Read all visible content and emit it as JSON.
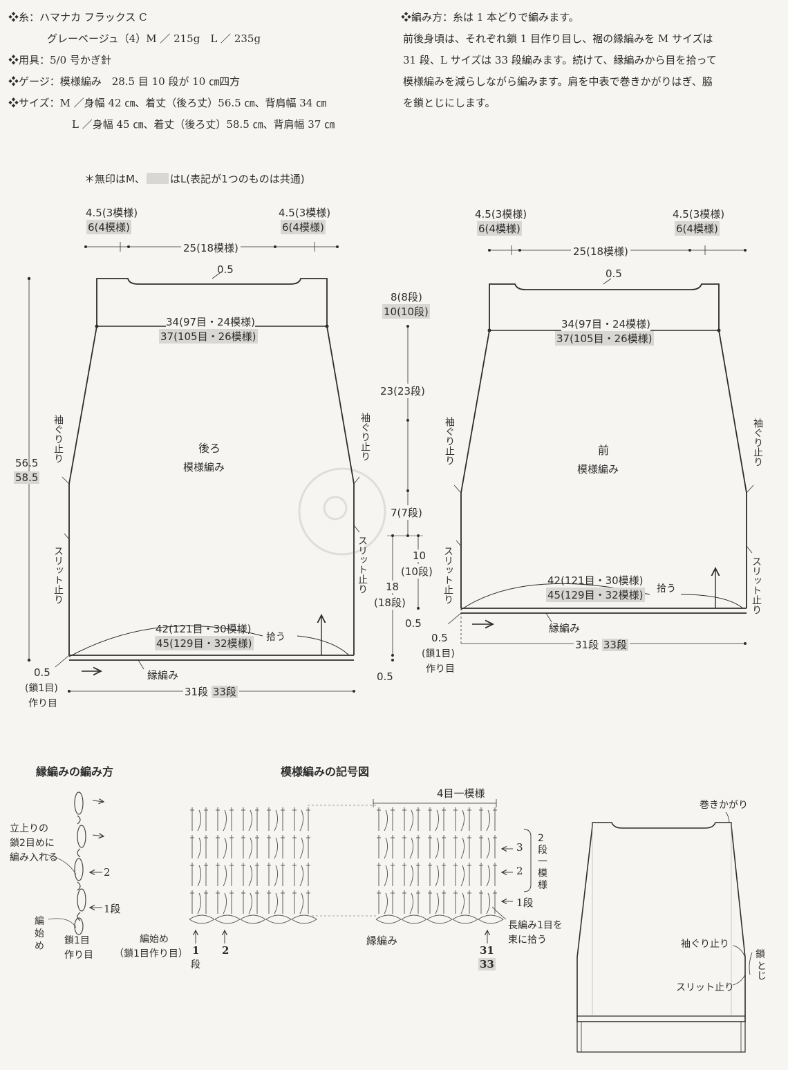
{
  "materials": {
    "yarn_label": "❖糸：ハマナカ フラックス C",
    "yarn_color": "グレーベージュ（4）M ／ 215g　L ／ 235g",
    "tools": "❖用具：5/0 号かぎ針",
    "gauge": "❖ゲージ：模様編み　28.5 目 10 段が 10 ㎝四方",
    "size_m": "❖サイズ：M ／身幅 42 ㎝、着丈（後ろ丈）56.5 ㎝、背肩幅 34 ㎝",
    "size_l": "L ／身幅 45 ㎝、着丈（後ろ丈）58.5 ㎝、背肩幅 37 ㎝"
  },
  "instructions": {
    "line1": "❖編み方：糸は 1 本どりで編みます。",
    "line2": "前後身頃は、それぞれ鎖 1 目作り目し、裾の縁編みを M サイズは",
    "line3": "31 段、L サイズは 33 段編みます。続けて、縁編みから目を拾って",
    "line4": "模様編みを減らしながら編みます。肩を中表で巻きかがりはぎ、脇",
    "line5": "を鎖とじにします。"
  },
  "note": {
    "prefix": "＊無印はM、",
    "suffix": "はL(表記が1つのものは共通)"
  },
  "back": {
    "title": "後ろ",
    "pattern": "模様編み",
    "shoulder_m": "4.5(3模様)",
    "shoulder_l": "6(4模様)",
    "neck": "25(18模様)",
    "neck_depth": "0.5",
    "width_top_m": "34(97目・24模様)",
    "width_top_l": "37(105目・26模様)",
    "armhole": "袖ぐり止り",
    "slit": "スリット止り",
    "height_m": "56.5",
    "height_l": "58.5",
    "width_bottom_m": "42(121目・30模様)",
    "width_bottom_l": "45(129目・32模様)",
    "pickup": "拾う",
    "border": "縁編み",
    "cast_on_1": "0.5",
    "cast_on_2": "(鎖1目)",
    "cast_on_3": "作り目",
    "rows_m": "31段",
    "rows_l": "33段"
  },
  "middle": {
    "d1_m": "8(8段)",
    "d1_l": "10(10段)",
    "d2": "23(23段)",
    "d3": "7(7段)",
    "d4a": "10",
    "d4b": "(10段)",
    "d5a": "18",
    "d5b": "(18段)",
    "d6": "0.5",
    "d7": "0.5"
  },
  "front": {
    "title": "前",
    "pattern": "模様編み",
    "shoulder_m": "4.5(3模様)",
    "shoulder_l": "6(4模様)",
    "neck": "25(18模様)",
    "neck_depth": "0.5",
    "width_top_m": "34(97目・24模様)",
    "width_top_l": "37(105目・26模様)",
    "armhole": "袖ぐり止り",
    "slit": "スリット止り",
    "width_bottom_m": "42(121目・30模様)",
    "width_bottom_l": "45(129目・32模様)",
    "pickup": "拾う",
    "border": "縁編み",
    "cast_on_1": "0.5",
    "cast_on_2": "(鎖1目)",
    "cast_on_3": "作り目",
    "rows_m": "31段",
    "rows_l": "33段"
  },
  "border_chart": {
    "title": "縁編みの編み方",
    "note_1": "立上りの",
    "note_2": "鎖2目めに",
    "note_3": "編み入れる",
    "row_2": "2",
    "row_1": "1段",
    "start_1": "編",
    "start_2": "始",
    "start_3": "め",
    "chain_1": "鎖1目",
    "chain_2": "作り目"
  },
  "pattern_chart": {
    "title": "模様編みの記号図",
    "repeat": "4目一模様",
    "row_3": "3",
    "row_2": "2",
    "row_1": "1段",
    "bracket_1": "2",
    "bracket_2": "段",
    "bracket_3": "一",
    "bracket_4": "模",
    "bracket_5": "様",
    "start_1": "編始め",
    "start_2": "（鎖1目作り目）",
    "col_1a": "1",
    "col_1b": "段",
    "col_2": "2",
    "border": "縁編み",
    "col_31": "31",
    "col_33": "33",
    "pickup_1": "長編み1目を",
    "pickup_2": "束に拾う"
  },
  "assembly": {
    "overcast": "巻きかがり",
    "armhole": "袖ぐり止り",
    "slit": "スリット止り",
    "seam_1": "鎖",
    "seam_2": "とじ"
  }
}
